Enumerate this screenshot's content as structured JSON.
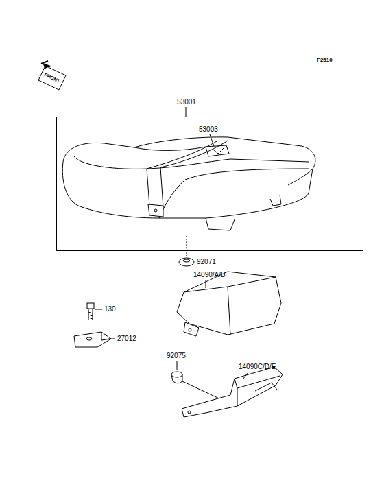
{
  "diagram": {
    "nodes": [
      {
        "text": [
          "53001"
        ]
      }
    ],
    "labels": [
      "F2510",
      "FRONT",
      "53003",
      "92071",
      "14090/A/B",
      "130",
      "27012",
      "92075",
      "14090C/D/E"
    ]
  }
}
